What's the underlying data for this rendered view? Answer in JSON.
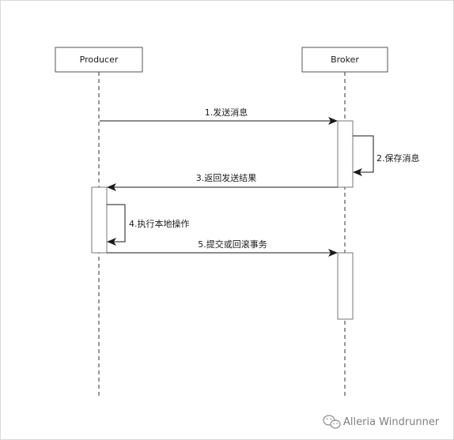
{
  "participants": [
    {
      "name": "Producer"
    },
    {
      "name": "Broker"
    }
  ],
  "messages": [
    {
      "label": "1.发送消息"
    },
    {
      "label": "2.保存消息"
    },
    {
      "label": "3.返回发送结果"
    },
    {
      "label": "4.执行本地操作"
    },
    {
      "label": "5.提交或回滚事务"
    }
  ],
  "watermark": {
    "text": "Alleria Windrunner",
    "icon": "wechat-icon"
  },
  "colors": {
    "line": "#1a1a1a",
    "lifeline": "#333333",
    "box_border": "#555555",
    "activation_border": "#777777"
  }
}
